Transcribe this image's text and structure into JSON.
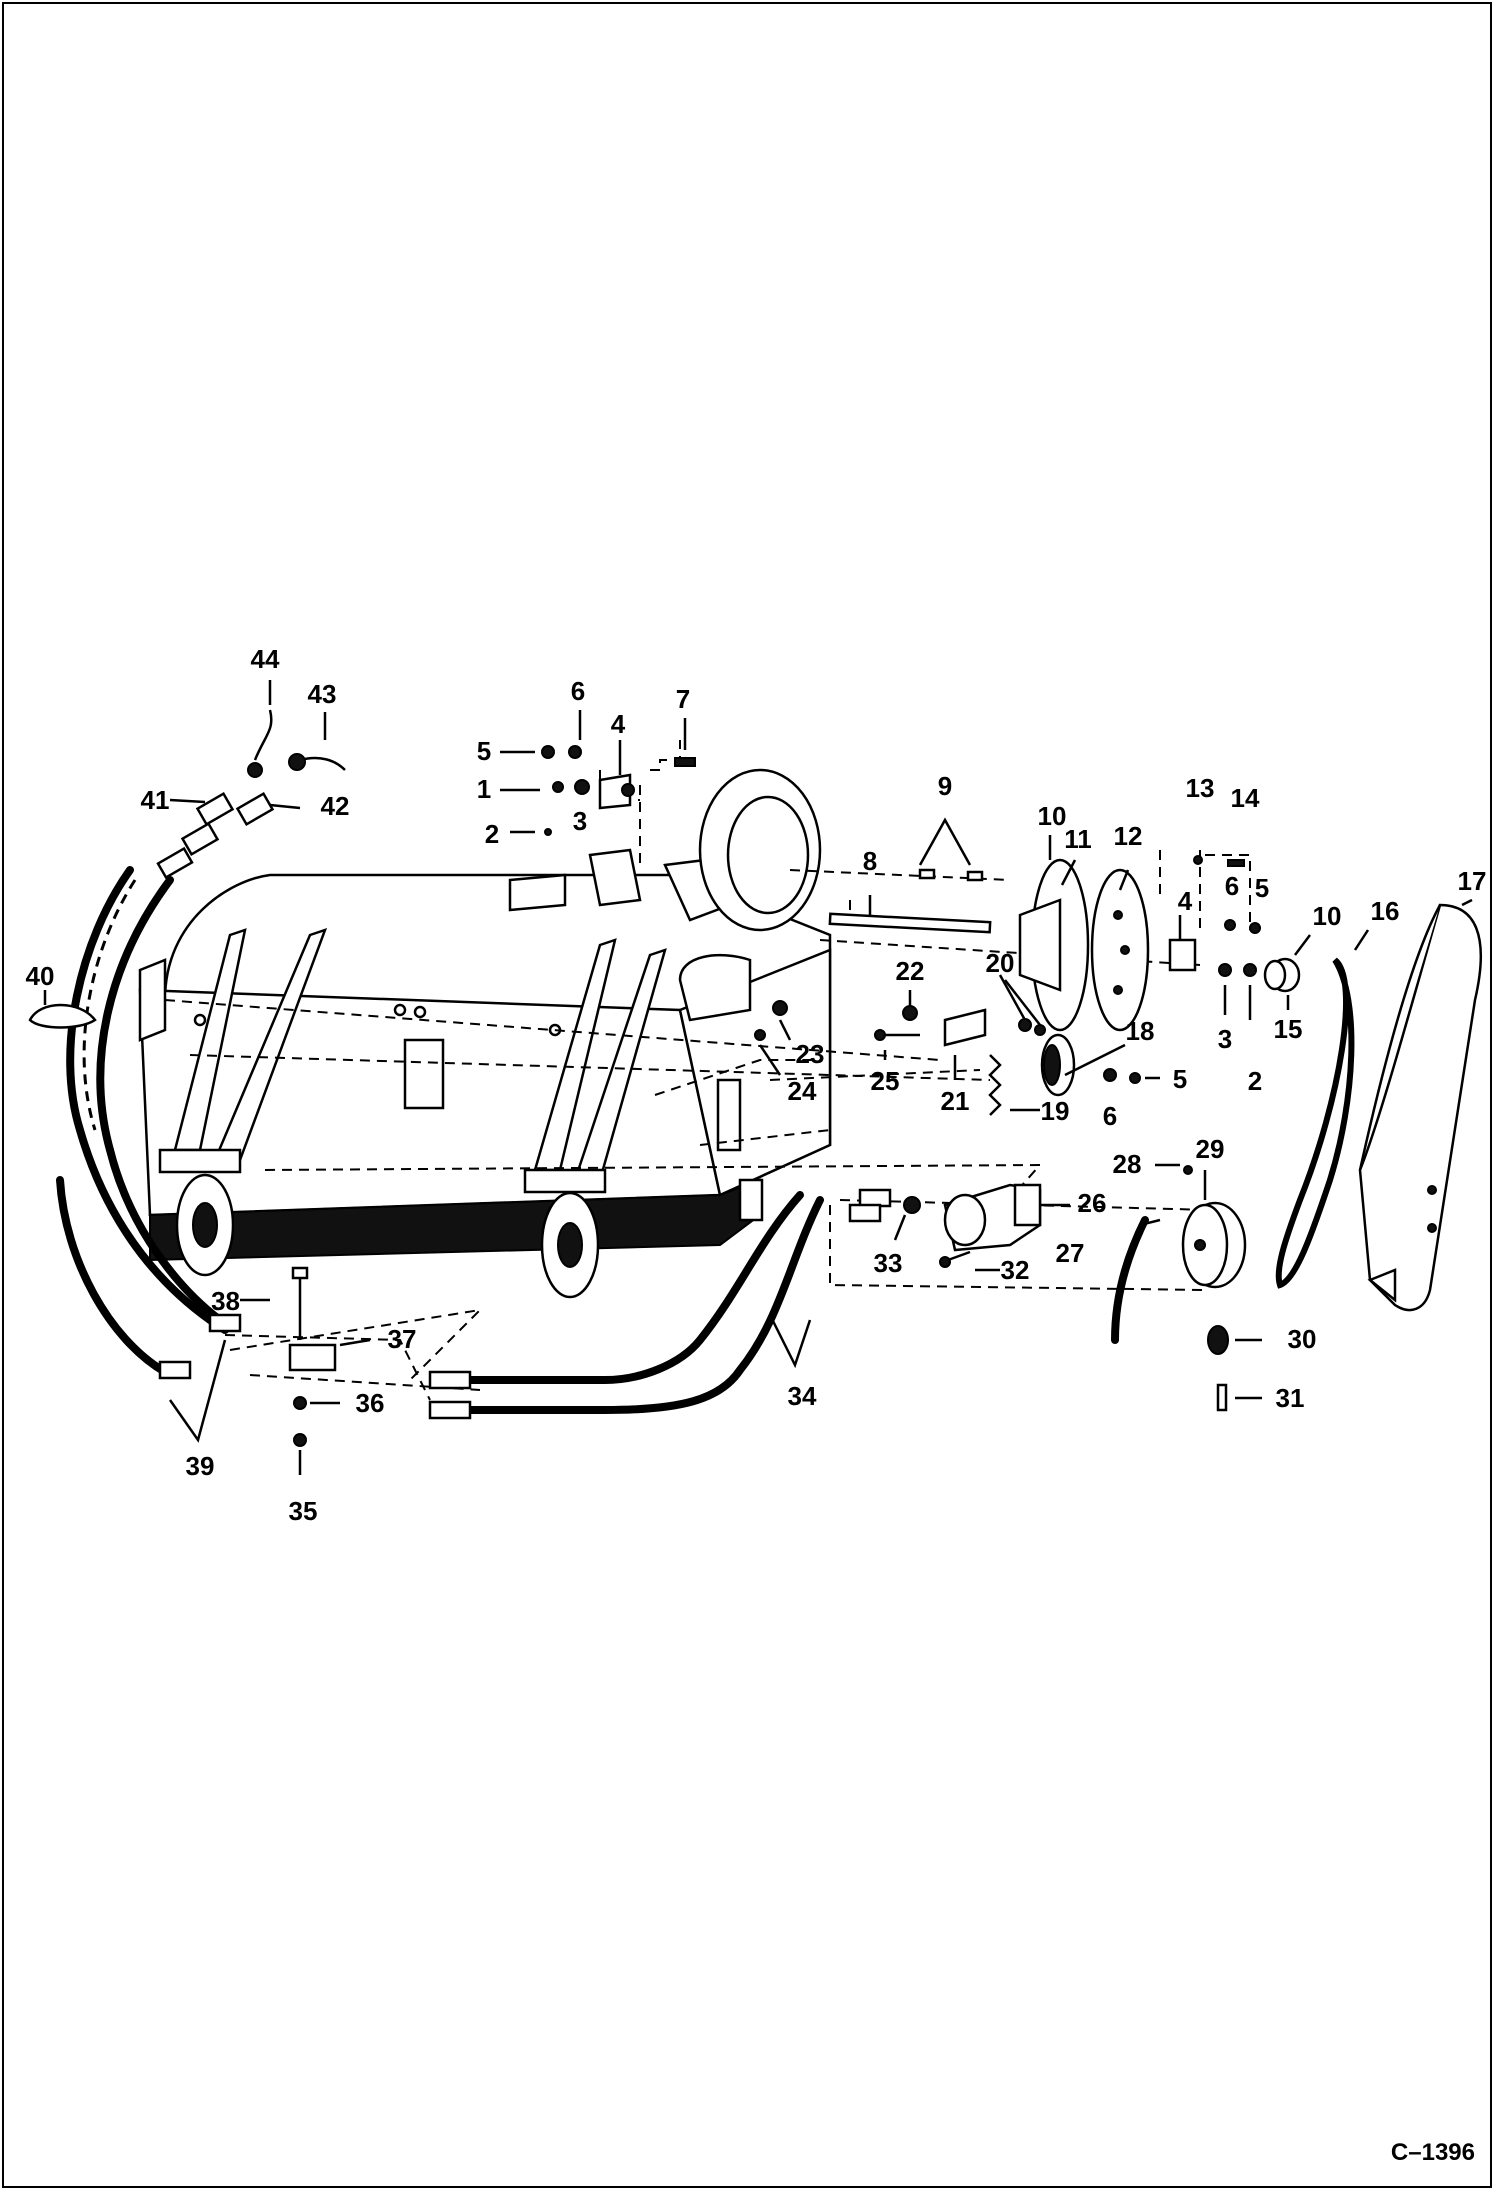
{
  "figure_number": "C–1396",
  "callouts": [
    "1",
    "2",
    "3",
    "4",
    "5",
    "6",
    "7",
    "8",
    "9",
    "10",
    "11",
    "12",
    "13",
    "14",
    "15",
    "16",
    "17",
    "18",
    "19",
    "20",
    "21",
    "22",
    "23",
    "24",
    "25",
    "26",
    "27",
    "28",
    "29",
    "30",
    "31",
    "32",
    "33",
    "34",
    "35",
    "36",
    "37",
    "38",
    "39",
    "40",
    "41",
    "42",
    "43",
    "44"
  ],
  "colors": {
    "line": "#000000",
    "background": "#ffffff"
  }
}
